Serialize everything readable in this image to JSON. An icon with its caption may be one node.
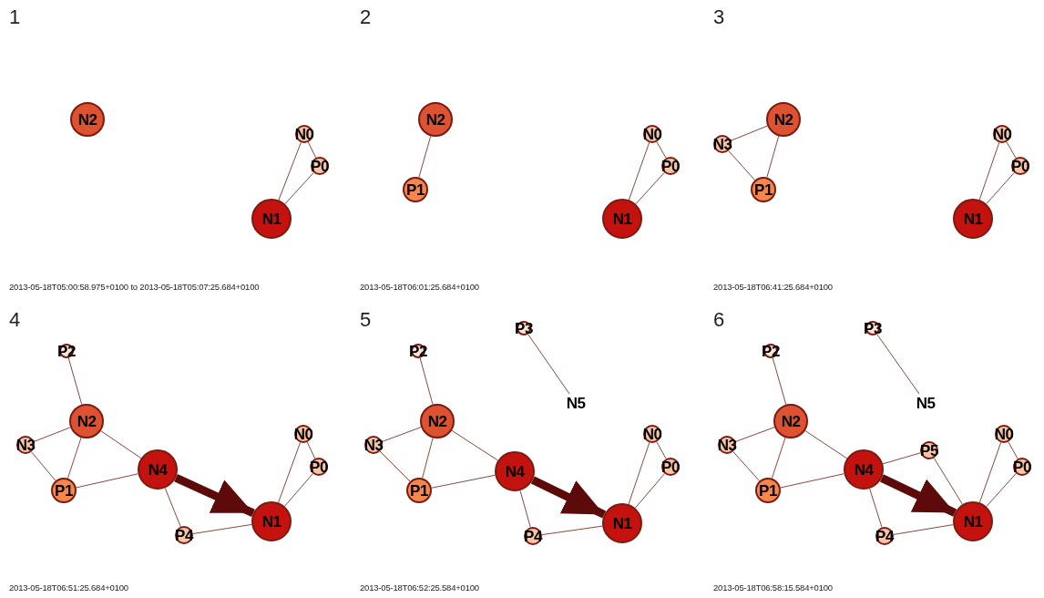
{
  "diagram": {
    "nodes": [
      {
        "text": [
          "N2"
        ]
      },
      {
        "text": [
          "N0"
        ]
      },
      {
        "text": [
          "P0"
        ]
      },
      {
        "text": [
          "N1"
        ]
      },
      {
        "text": [
          "N2"
        ]
      },
      {
        "text": [
          "N0"
        ]
      },
      {
        "text": [
          "P0"
        ]
      },
      {
        "text": [
          "P1"
        ]
      },
      {
        "text": [
          "N1"
        ]
      },
      {
        "text": [
          "N2"
        ]
      },
      {
        "text": [
          "N3"
        ]
      },
      {
        "text": [
          "N0"
        ]
      },
      {
        "text": [
          "P0"
        ]
      },
      {
        "text": [
          "P1"
        ]
      },
      {
        "text": [
          "N1"
        ]
      },
      {
        "text": [
          "P2"
        ]
      },
      {
        "text": [
          "N2"
        ]
      },
      {
        "text": [
          "N0"
        ]
      },
      {
        "text": [
          "N3"
        ]
      },
      {
        "text": [
          "P0"
        ]
      },
      {
        "text": [
          "N4"
        ]
      },
      {
        "text": [
          "P1"
        ]
      },
      {
        "text": [
          "N1"
        ]
      },
      {
        "text": [
          "P4"
        ]
      },
      {
        "text": [
          "P3"
        ]
      },
      {
        "text": [
          "P2"
        ]
      },
      {
        "text": [
          "N5"
        ]
      },
      {
        "text": [
          "N2"
        ]
      },
      {
        "text": [
          "N0"
        ]
      },
      {
        "text": [
          "N3"
        ]
      },
      {
        "text": [
          "P0"
        ]
      },
      {
        "text": [
          "N4"
        ]
      },
      {
        "text": [
          "P1"
        ]
      },
      {
        "text": [
          "N1"
        ]
      },
      {
        "text": [
          "P4"
        ]
      },
      {
        "text": [
          "P3"
        ]
      },
      {
        "text": [
          "P2"
        ]
      },
      {
        "text": [
          "N5"
        ]
      },
      {
        "text": [
          "N2"
        ]
      },
      {
        "text": [
          "N0"
        ]
      },
      {
        "text": [
          "N3"
        ]
      },
      {
        "text": [
          "P5"
        ]
      },
      {
        "text": [
          "P0"
        ]
      },
      {
        "text": [
          "N4"
        ]
      },
      {
        "text": [
          "P1"
        ]
      },
      {
        "text": [
          "N1"
        ]
      },
      {
        "text": [
          "P4"
        ]
      }
    ],
    "edges": [
      {
        "from": 3,
        "to": 1,
        "arrow": "none"
      },
      {
        "from": 3,
        "to": 2,
        "arrow": "none"
      },
      {
        "from": 1,
        "to": 2,
        "arrow": "none"
      },
      {
        "from": 4,
        "to": 7,
        "arrow": "none"
      },
      {
        "from": 8,
        "to": 5,
        "arrow": "none"
      },
      {
        "from": 8,
        "to": 6,
        "arrow": "none"
      },
      {
        "from": 5,
        "to": 6,
        "arrow": "none"
      },
      {
        "from": 9,
        "to": 10,
        "arrow": "none"
      },
      {
        "from": 9,
        "to": 13,
        "arrow": "none"
      },
      {
        "from": 10,
        "to": 13,
        "arrow": "none"
      },
      {
        "from": 14,
        "to": 11,
        "arrow": "none"
      },
      {
        "from": 14,
        "to": 12,
        "arrow": "none"
      },
      {
        "from": 11,
        "to": 12,
        "arrow": "none"
      },
      {
        "from": 15,
        "to": 16,
        "arrow": "none"
      },
      {
        "from": 16,
        "to": 18,
        "arrow": "none"
      },
      {
        "from": 16,
        "to": 21,
        "arrow": "none"
      },
      {
        "from": 18,
        "to": 21,
        "arrow": "none"
      },
      {
        "from": 16,
        "to": 20,
        "arrow": "none"
      },
      {
        "from": 21,
        "to": 20,
        "arrow": "none"
      },
      {
        "from": 20,
        "to": 22,
        "arrow": "to",
        "style": "thick",
        "color": "#5c0a0a"
      },
      {
        "from": 20,
        "to": 23,
        "arrow": "none"
      },
      {
        "from": 23,
        "to": 22,
        "arrow": "none"
      },
      {
        "from": 22,
        "to": 17,
        "arrow": "none"
      },
      {
        "from": 22,
        "to": 19,
        "arrow": "none"
      },
      {
        "from": 17,
        "to": 19,
        "arrow": "none"
      },
      {
        "from": 24,
        "to": 26,
        "arrow": "none"
      },
      {
        "from": 25,
        "to": 27,
        "arrow": "none"
      },
      {
        "from": 27,
        "to": 29,
        "arrow": "none"
      },
      {
        "from": 27,
        "to": 32,
        "arrow": "none"
      },
      {
        "from": 29,
        "to": 32,
        "arrow": "none"
      },
      {
        "from": 27,
        "to": 31,
        "arrow": "none"
      },
      {
        "from": 32,
        "to": 31,
        "arrow": "none"
      },
      {
        "from": 31,
        "to": 33,
        "arrow": "to",
        "style": "thick",
        "color": "#5c0a0a"
      },
      {
        "from": 31,
        "to": 34,
        "arrow": "none"
      },
      {
        "from": 34,
        "to": 33,
        "arrow": "none"
      },
      {
        "from": 33,
        "to": 28,
        "arrow": "none"
      },
      {
        "from": 33,
        "to": 30,
        "arrow": "none"
      },
      {
        "from": 28,
        "to": 30,
        "arrow": "none"
      },
      {
        "from": 35,
        "to": 37,
        "arrow": "none"
      },
      {
        "from": 36,
        "to": 38,
        "arrow": "none"
      },
      {
        "from": 38,
        "to": 40,
        "arrow": "none"
      },
      {
        "from": 38,
        "to": 44,
        "arrow": "none"
      },
      {
        "from": 40,
        "to": 44,
        "arrow": "none"
      },
      {
        "from": 38,
        "to": 43,
        "arrow": "none"
      },
      {
        "from": 44,
        "to": 43,
        "arrow": "none"
      },
      {
        "from": 43,
        "to": 45,
        "arrow": "to",
        "style": "thick",
        "color": "#5c0a0a"
      },
      {
        "from": 43,
        "to": 46,
        "arrow": "none"
      },
      {
        "from": 46,
        "to": 45,
        "arrow": "none"
      },
      {
        "from": 45,
        "to": 39,
        "arrow": "none"
      },
      {
        "from": 45,
        "to": 42,
        "arrow": "none"
      },
      {
        "from": 39,
        "to": 42,
        "arrow": "none"
      },
      {
        "from": 43,
        "to": 41,
        "arrow": "none"
      },
      {
        "from": 41,
        "to": 45,
        "arrow": "none"
      }
    ],
    "labels": [
      "1",
      "2",
      "3",
      "2013-05-18T05:00:58.975+0100 to 2013-05-18T05:07:25.684+0100",
      "2013-05-18T06:01:25.684+0100",
      "2013-05-18T06:41:25.684+0100",
      "4",
      "5",
      "6",
      "2013-05-18T06:51:25.684+0100",
      "2013-05-18T06:52:25.584+0100",
      "2013-05-18T06:58:15.584+0100"
    ]
  }
}
